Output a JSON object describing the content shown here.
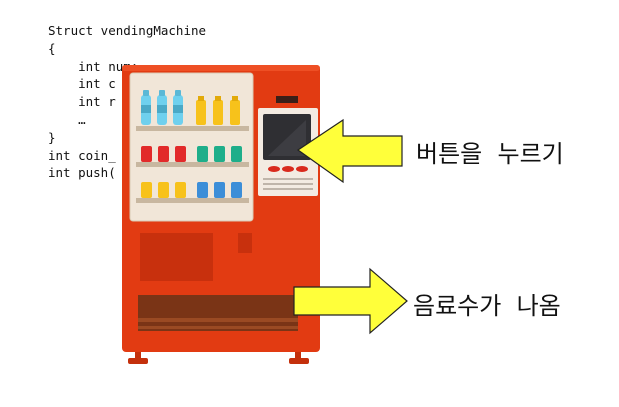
{
  "code_lines": [
    "Struct vendingMachine",
    "{",
    "    int num;",
    "    int c",
    "    int r",
    "    …",
    "}",
    "int coin_",
    "int push("
  ],
  "labels": {
    "press_button": "버튼을  누르기",
    "drink_out": "음료수가  나옴"
  },
  "colors": {
    "machine_body": "#e23b12",
    "machine_dark": "#c4300c",
    "arrow_fill": "#ffff3a",
    "arrow_stroke": "#222222"
  },
  "icons": [
    "vending-machine-icon",
    "arrow-right-icon"
  ]
}
